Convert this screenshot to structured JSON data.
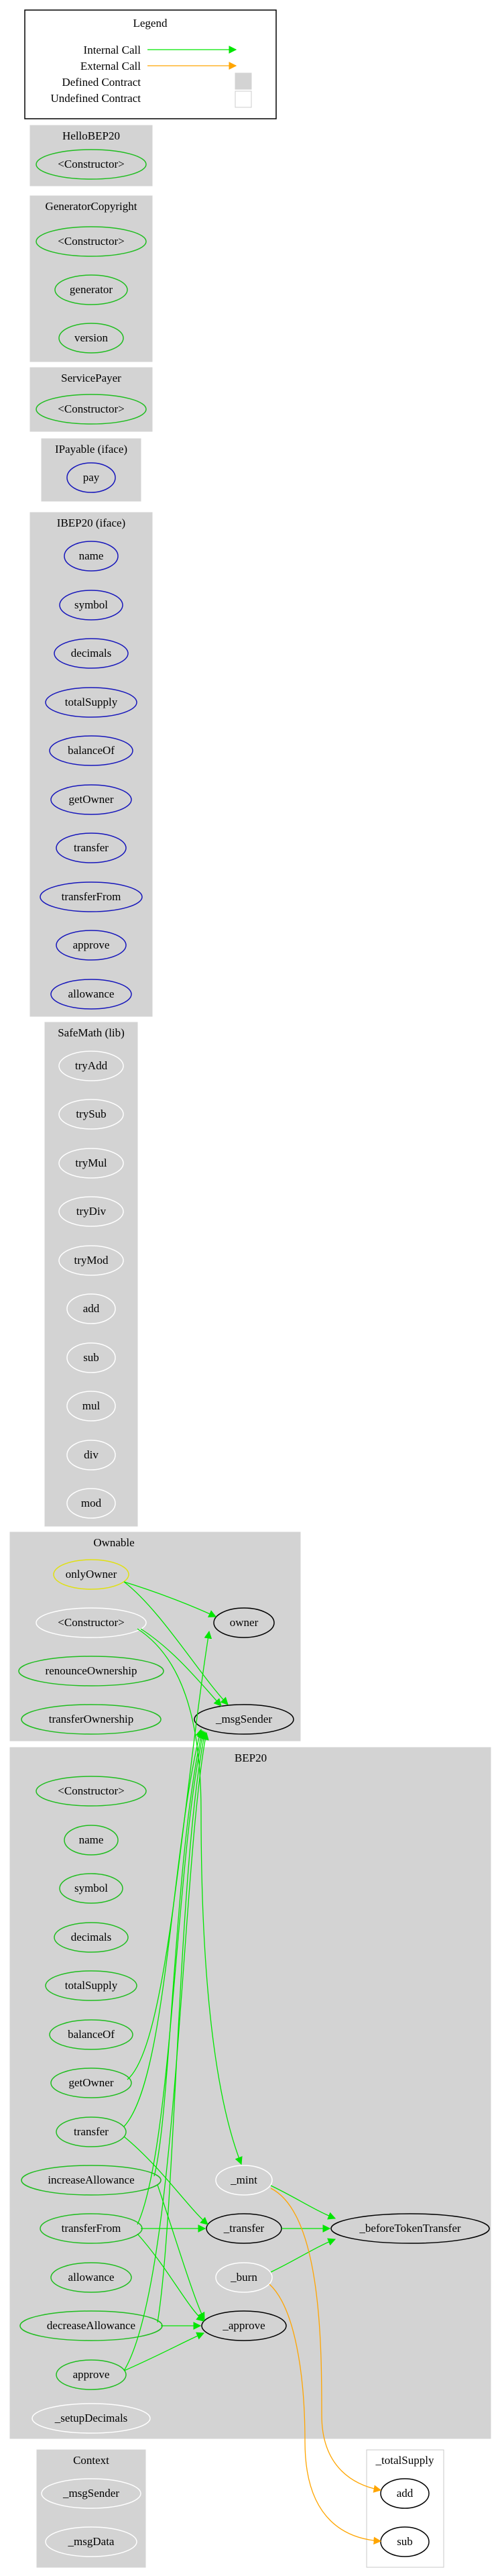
{
  "legend": {
    "title": "Legend",
    "internal_call": "Internal Call",
    "external_call": "External Call",
    "defined_contract": "Defined Contract",
    "undefined_contract": "Undefined Contract"
  },
  "colors": {
    "internal": "#00e600",
    "external": "#ffa500",
    "cluster_fill": "#d3d3d3",
    "public_node_stroke": "#1fbd1f",
    "interface_node_stroke": "#1616bb",
    "modifier_stroke": "#e0e010",
    "internal_node_stroke": "#ffffff",
    "external_node_stroke": "#000000"
  },
  "clusters": {
    "hellobep20": {
      "title": "HelloBEP20",
      "nodes": [
        "<Constructor>"
      ]
    },
    "generatorcopyright": {
      "title": "GeneratorCopyright",
      "nodes": [
        "<Constructor>",
        "generator",
        "version"
      ]
    },
    "servicepayer": {
      "title": "ServicePayer",
      "nodes": [
        "<Constructor>"
      ]
    },
    "ipayable": {
      "title": "IPayable  (iface)",
      "nodes": [
        "pay"
      ]
    },
    "ibep20": {
      "title": "IBEP20  (iface)",
      "nodes": [
        "name",
        "symbol",
        "decimals",
        "totalSupply",
        "balanceOf",
        "getOwner",
        "transfer",
        "transferFrom",
        "approve",
        "allowance"
      ]
    },
    "safemath": {
      "title": "SafeMath  (lib)",
      "nodes": [
        "tryAdd",
        "trySub",
        "tryMul",
        "tryDiv",
        "tryMod",
        "add",
        "sub",
        "mul",
        "div",
        "mod"
      ]
    },
    "ownable": {
      "title": "Ownable",
      "nodes": [
        "onlyOwner",
        "<Constructor>",
        "renounceOwnership",
        "transferOwnership",
        "owner",
        "_msgSender"
      ]
    },
    "bep20": {
      "title": "BEP20",
      "nodes": [
        "<Constructor>",
        "name",
        "symbol",
        "decimals",
        "totalSupply",
        "balanceOf",
        "getOwner",
        "transfer",
        "increaseAllowance",
        "transferFrom",
        "allowance",
        "decreaseAllowance",
        "approve",
        "_setupDecimals",
        "_mint",
        "_transfer",
        "_burn",
        "_approve",
        "_beforeTokenTransfer"
      ]
    },
    "context": {
      "title": "Context",
      "nodes": [
        "_msgSender",
        "_msgData"
      ]
    },
    "totalsupply": {
      "title": "_totalSupply",
      "nodes": [
        "add",
        "sub"
      ]
    }
  }
}
